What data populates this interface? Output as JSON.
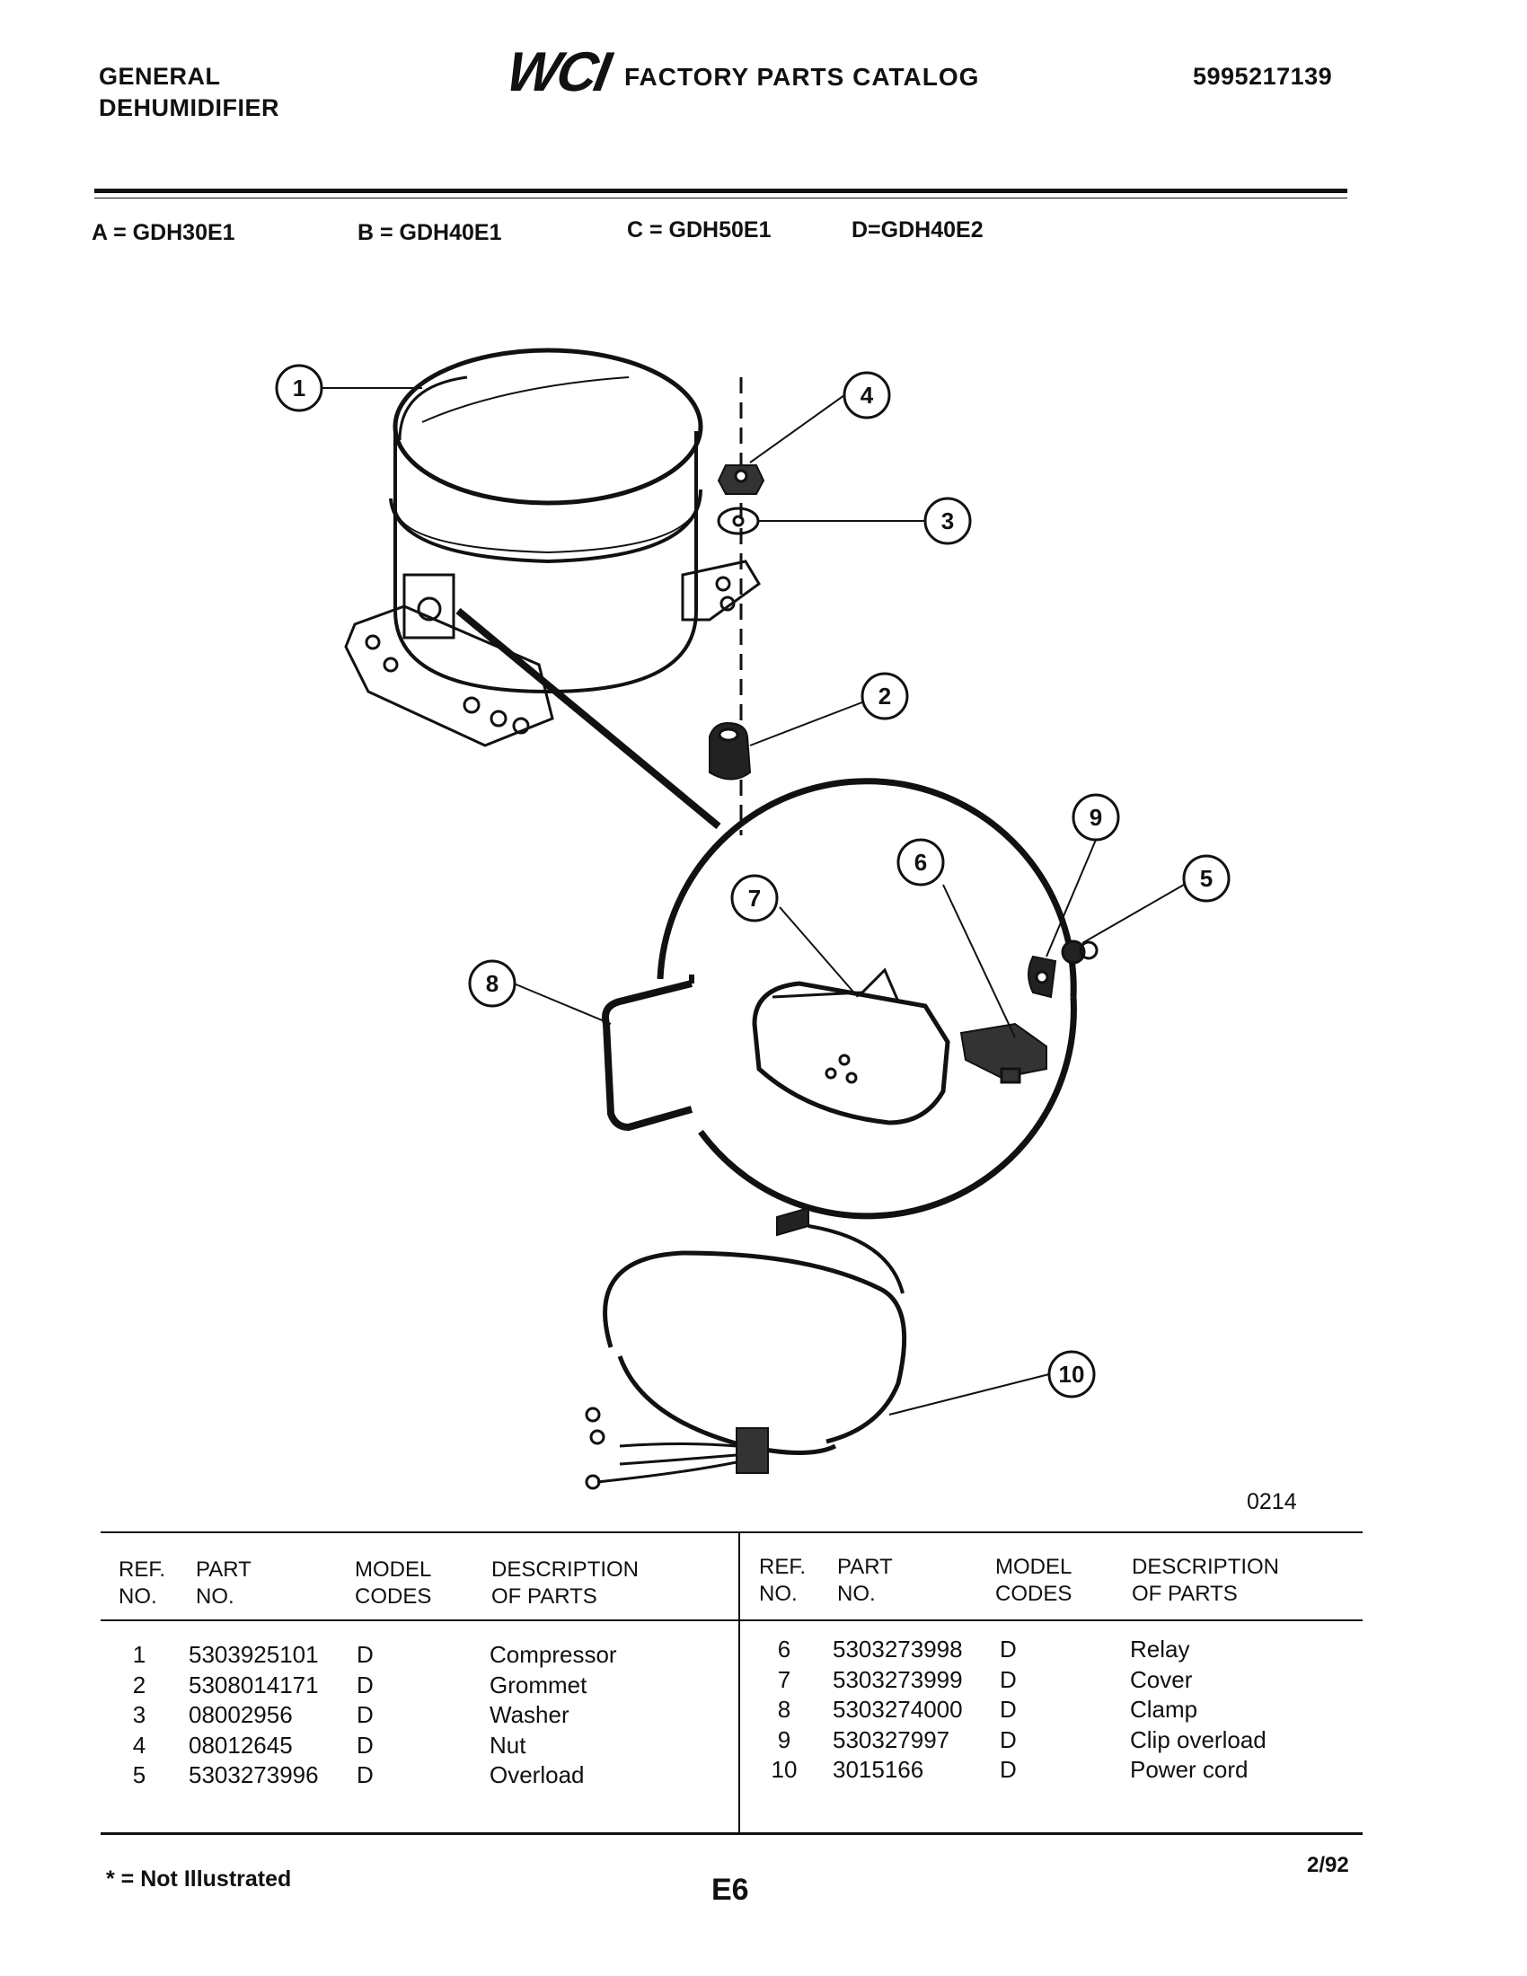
{
  "header": {
    "product_line1": "GENERAL",
    "product_line2": "DEHUMIDIFIER",
    "logo_text": "WCI",
    "catalog_title": "FACTORY PARTS CATALOG",
    "catalog_number": "5995217139"
  },
  "models": [
    {
      "text": "A = GDH30E1"
    },
    {
      "text": "B = GDH40E1"
    },
    {
      "text": "C = GDH50E1"
    },
    {
      "text": "D=GDH40E2"
    }
  ],
  "diagram": {
    "callouts": [
      "1",
      "2",
      "3",
      "4",
      "5",
      "6",
      "7",
      "8",
      "9",
      "10"
    ],
    "drawing_number": "0214"
  },
  "table": {
    "headers": {
      "ref_line1": "REF.",
      "ref_line2": "NO.",
      "part_line1": "PART",
      "part_line2": "NO.",
      "model_line1": "MODEL",
      "model_line2": "CODES",
      "desc_line1": "DESCRIPTION",
      "desc_line2": "OF PARTS"
    },
    "left_rows": [
      {
        "ref": "1",
        "part": "5303925101",
        "code": "D",
        "desc": "Compressor"
      },
      {
        "ref": "2",
        "part": "5308014171",
        "code": "D",
        "desc": "Grommet"
      },
      {
        "ref": "3",
        "part": "08002956",
        "code": "D",
        "desc": "Washer"
      },
      {
        "ref": "4",
        "part": "08012645",
        "code": "D",
        "desc": "Nut"
      },
      {
        "ref": "5",
        "part": "5303273996",
        "code": "D",
        "desc": "Overload"
      }
    ],
    "right_rows": [
      {
        "ref": "6",
        "part": "5303273998",
        "code": "D",
        "desc": "Relay"
      },
      {
        "ref": "7",
        "part": "5303273999",
        "code": "D",
        "desc": "Cover"
      },
      {
        "ref": "8",
        "part": "5303274000",
        "code": "D",
        "desc": "Clamp"
      },
      {
        "ref": "9",
        "part": "530327997",
        "code": "D",
        "desc": "Clip overload"
      },
      {
        "ref": "10",
        "part": "3015166",
        "code": "D",
        "desc": "Power cord"
      }
    ]
  },
  "footer": {
    "note": "* = Not Illustrated",
    "page": "E6",
    "date": "2/92"
  }
}
